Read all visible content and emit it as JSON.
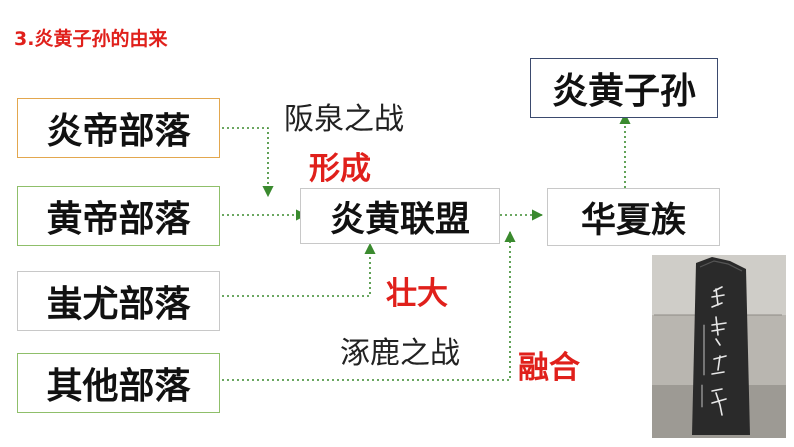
{
  "title": "3.炎黄子孙的由来",
  "tribes": {
    "yandi": "炎帝部落",
    "huangdi": "黄帝部落",
    "chiyou": "蚩尤部落",
    "others": "其他部落"
  },
  "alliance": "炎黄联盟",
  "huaxia": "华夏族",
  "descendants": "炎黄子孙",
  "labels": {
    "banquan_battle": "阪泉之战",
    "formed": "形成",
    "grew": "壮大",
    "zhuolu_battle": "涿鹿之战",
    "merged": "融合"
  },
  "stele_inscription": "炎黄子孙"
}
